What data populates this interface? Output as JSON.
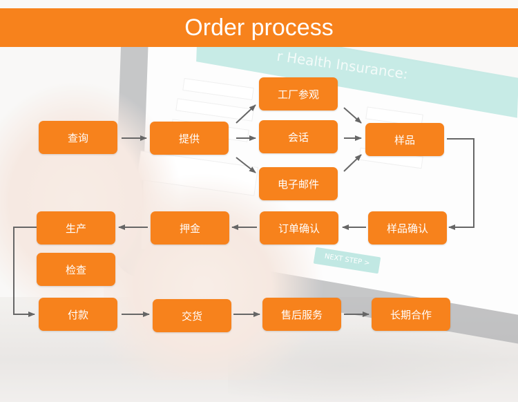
{
  "header": {
    "title": "Order process"
  },
  "background": {
    "form_heading": "r Health Insurance:",
    "next_step": "NEXT STEP >"
  },
  "nodes": {
    "query": "查询",
    "provide": "提供",
    "factory_visit": "工厂参观",
    "conversation": "会话",
    "email": "电子邮件",
    "sample": "样品",
    "sample_confirm": "样品确认",
    "order_confirm": "订单确认",
    "deposit": "押金",
    "production": "生产",
    "inspection": "检查",
    "payment": "付款",
    "delivery": "交货",
    "after_sales": "售后服务",
    "long_term": "长期合作"
  },
  "colors": {
    "accent": "#f7821c",
    "arrow": "#666666",
    "screen_accent": "#8fd6cc"
  }
}
